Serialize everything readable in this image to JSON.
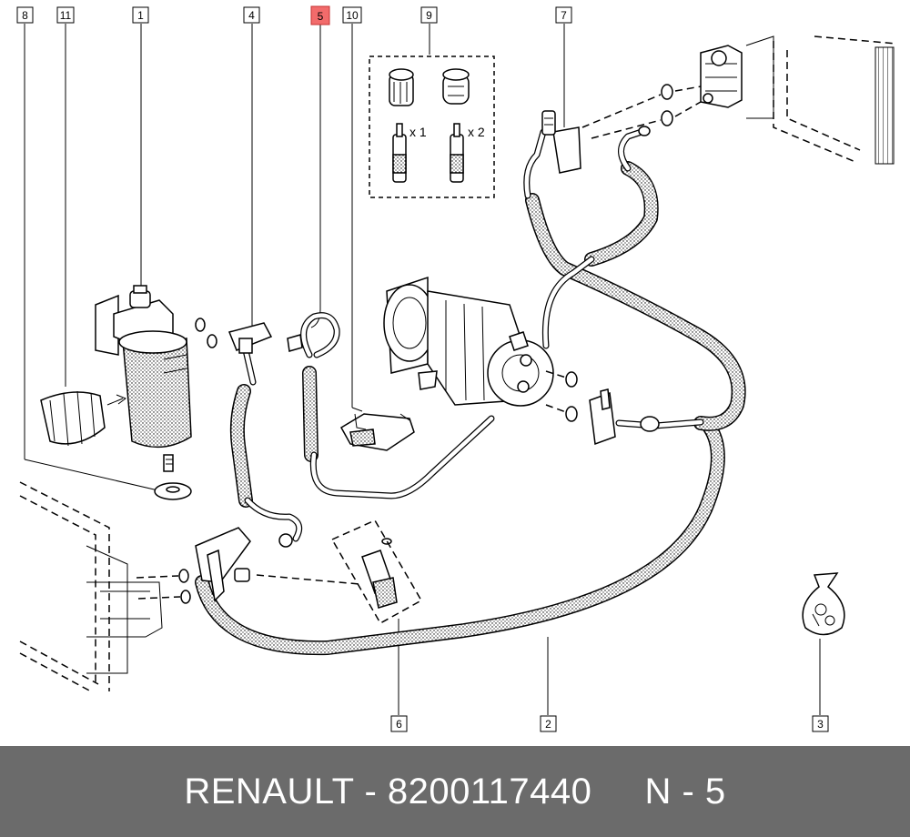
{
  "callouts": [
    {
      "id": "c8",
      "label": "8"
    },
    {
      "id": "c11",
      "label": "11"
    },
    {
      "id": "c1",
      "label": "1"
    },
    {
      "id": "c4",
      "label": "4"
    },
    {
      "id": "c5",
      "label": "5",
      "highlighted": true
    },
    {
      "id": "c10",
      "label": "10"
    },
    {
      "id": "c9",
      "label": "9"
    },
    {
      "id": "c7",
      "label": "7"
    },
    {
      "id": "c6",
      "label": "6"
    },
    {
      "id": "c2",
      "label": "2"
    },
    {
      "id": "c3",
      "label": "3"
    }
  ],
  "kit": {
    "qty_a": "x 1",
    "qty_b": "x 2"
  },
  "footer": {
    "brand": "RENAULT",
    "separator": " - ",
    "part_number": "8200117440",
    "gap": "     ",
    "position": "N - 5"
  },
  "colors": {
    "highlight": "#f26b6b",
    "footer_bg": "#6b6b6b",
    "footer_text": "#ffffff"
  }
}
